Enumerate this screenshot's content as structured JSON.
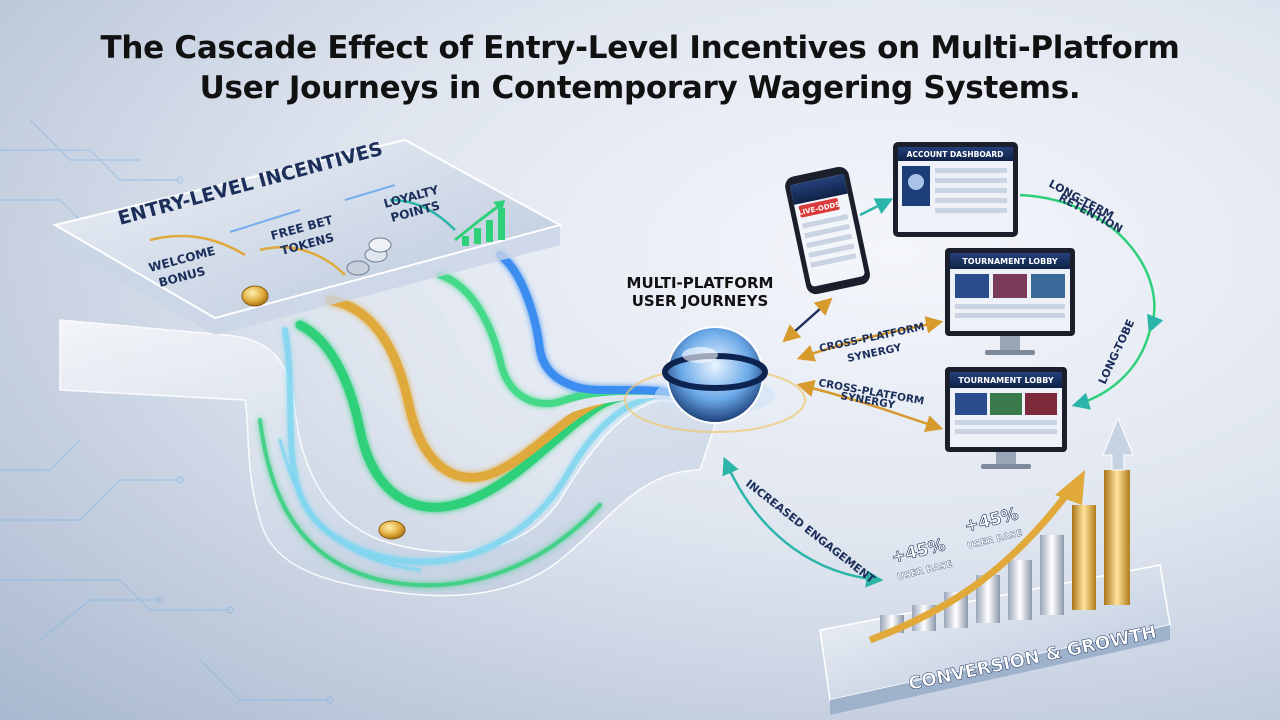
{
  "title": {
    "line1": "The Cascade Effect of Entry-Level Incentives on Multi-Platform",
    "line2": "User Journeys in Contemporary Wagering Systems."
  },
  "incentives": {
    "header": "ENTRY-LEVEL INCENTIVES",
    "welcome": [
      "WELCOME",
      "BONUS"
    ],
    "free_bet": [
      "FREE BET",
      "TOKENS"
    ],
    "loyalty": [
      "LOYALTY",
      "POINTS"
    ]
  },
  "hub": {
    "line1": "MULTI-PLATFORM",
    "line2": "USER JOURNEYS"
  },
  "devices": {
    "phone_badge": "LIVE-ODDS",
    "dashboard": "ACCOUNT DASHBOARD",
    "lobby_1": "TOURNAMENT LOBBY",
    "lobby_2": "TOURNAMENT LOBBY"
  },
  "flows": {
    "synergy_1": [
      "CROSS-PLATFORM",
      "SYNERGY"
    ],
    "synergy_2": [
      "CROSS-PLATFORM",
      "SYNERGY"
    ],
    "retention": [
      "LONG-TERM",
      "RETENTION"
    ],
    "long_tobe": "LONG-TOBE",
    "engagement": "INCREASED ENGAGEMENT"
  },
  "growth": {
    "stat_1_value": "+45%",
    "stat_1_label": "USER BASE",
    "stat_2_value": "+45%",
    "stat_2_label": "USER BASE",
    "platform_label": "CONVERSION & GROWTH"
  },
  "colors": {
    "green": "#2fd07a",
    "gold": "#e0a93a",
    "blue": "#3a8ef0",
    "teal": "#2bb5a8",
    "navy": "#1c2f5a"
  }
}
